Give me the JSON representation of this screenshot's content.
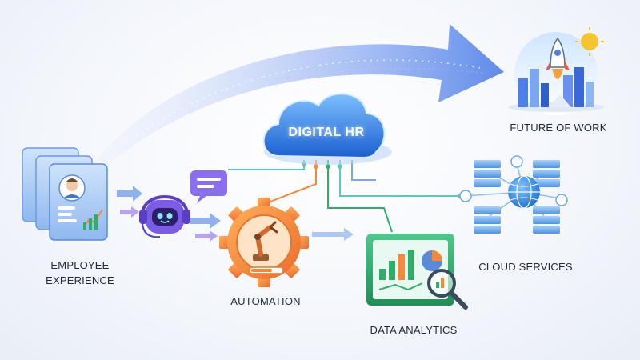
{
  "center": {
    "title": "DIGITAL HR"
  },
  "nodes": {
    "employee_experience": {
      "line1": "EMPLOYEE",
      "line2": "EXPERIENCE"
    },
    "automation": {
      "label": "AUTOMATION"
    },
    "data_analytics": {
      "label": "DATA ANALYTICS"
    },
    "cloud_services": {
      "label": "CLOUD SERVICES"
    },
    "future_of_work": {
      "label": "FUTURE OF WORK"
    }
  },
  "icons": [
    "employee-cards-icon",
    "chatbot-icon",
    "chat-bubble-icon",
    "automation-gear-icon",
    "robot-arm-icon",
    "analytics-dashboard-icon",
    "magnifier-icon",
    "server-network-icon",
    "globe-icon",
    "city-skyline-icon",
    "rocket-icon",
    "sun-icon",
    "cloud-icon"
  ],
  "colors": {
    "cloud_blue": "#2f7fe0",
    "arrow_blue": "#5b8ef0",
    "gear_orange": "#f5883a",
    "analytics_green": "#2fae6a",
    "bot_purple": "#7b5ce6",
    "server_blue": "#5aa0e8",
    "line_teal": "#5fc6c0"
  }
}
